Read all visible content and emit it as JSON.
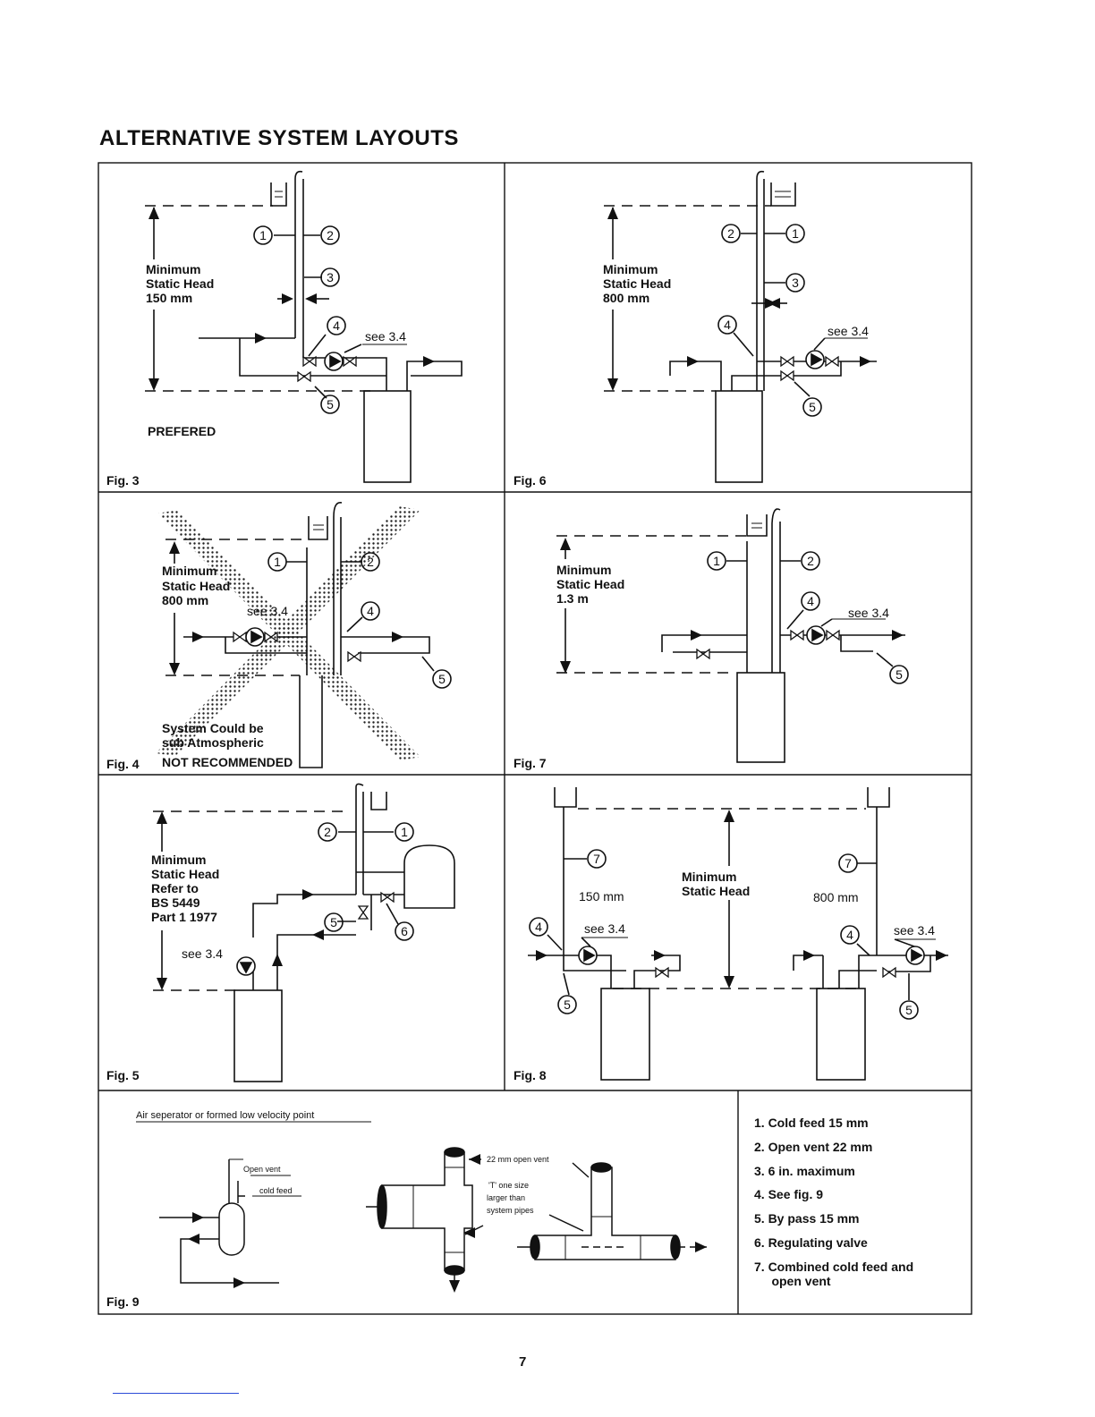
{
  "page": {
    "title": "ALTERNATIVE SYSTEM LAYOUTS",
    "page_number": "7"
  },
  "fig3": {
    "fig_label": "Fig. 3",
    "head_label": [
      "Minimum",
      "Static Head",
      "150 mm"
    ],
    "see_note": "see 3.4",
    "note": "PREFERED",
    "callouts": [
      "1",
      "2",
      "3",
      "4",
      "5"
    ]
  },
  "fig6": {
    "fig_label": "Fig. 6",
    "head_label": [
      "Minimum",
      "Static Head",
      "800 mm"
    ],
    "see_note": "see 3.4",
    "callouts": [
      "1",
      "2",
      "3",
      "4",
      "5"
    ]
  },
  "fig4": {
    "fig_label": "Fig. 4",
    "head_label": [
      "Minimum",
      "Static Head",
      "800 mm"
    ],
    "see_note": "see 3.4",
    "warning_lines": [
      "System Could be",
      "sub Atmospheric"
    ],
    "note": "NOT RECOMMENDED",
    "callouts": [
      "1",
      "2",
      "4",
      "5"
    ]
  },
  "fig7": {
    "fig_label": "Fig. 7",
    "head_label": [
      "Minimum",
      "Static Head",
      "1.3 m"
    ],
    "see_note": "see 3.4",
    "callouts": [
      "1",
      "2",
      "4",
      "5"
    ]
  },
  "fig5": {
    "fig_label": "Fig. 5",
    "head_label": [
      "Minimum",
      "Static Head",
      "Refer to",
      "BS 5449",
      "Part 1 1977"
    ],
    "see_note": "see 3.4",
    "callouts": [
      "1",
      "2",
      "5",
      "6"
    ]
  },
  "fig8": {
    "fig_label": "Fig. 8",
    "head_label": [
      "Minimum",
      "Static Head"
    ],
    "left_height": "150 mm",
    "right_height": "800 mm",
    "see_note": "see 3.4",
    "callouts": [
      "7",
      "4",
      "5"
    ]
  },
  "fig9": {
    "fig_label": "Fig. 9",
    "heading": "Air seperator or formed low velocity point",
    "open_vent": "Open vent",
    "cold_feed": "cold feed",
    "vent_22": "22 mm open vent",
    "tee_note": [
      "'T' one size",
      "larger than",
      "system pipes"
    ]
  },
  "legend": [
    "1.  Cold feed 15 mm",
    "2.  Open vent 22 mm",
    "3.  6 in. maximum",
    "4.  See fig. 9",
    "5.  By pass 15 mm",
    "6.  Regulating valve",
    "7.  Combined cold feed and",
    "     open vent"
  ]
}
